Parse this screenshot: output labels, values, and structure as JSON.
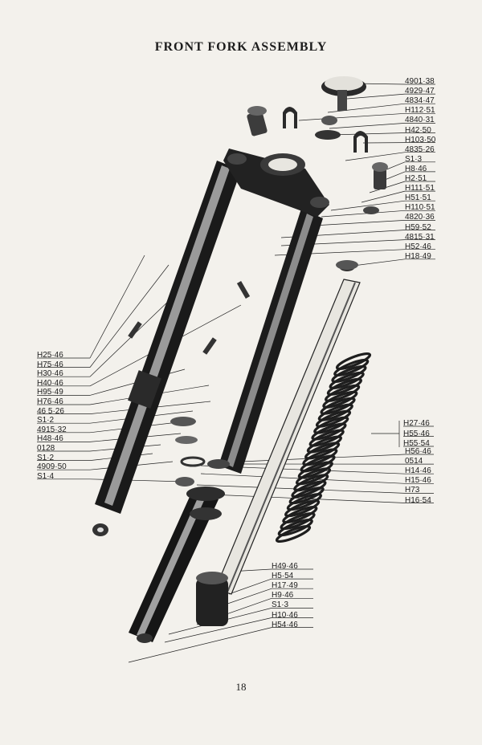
{
  "title": "FRONT FORK ASSEMBLY",
  "page_number": "18",
  "labels_right": [
    "4901·38",
    "4929·47",
    "4834·47",
    "H112·51",
    "4840·31",
    "H42·50",
    "H103·50",
    "4835·26",
    "S1·3",
    "H8·46",
    "H2·51",
    "H111·51",
    "H51·51",
    "H110·51",
    "4820·36",
    "H59·52",
    "4815·31",
    "H52·46",
    "H18·49"
  ],
  "labels_group": [
    "H27·46",
    "H55·46",
    "H55·54"
  ],
  "labels_right_lower": [
    "H56·46",
    "0514",
    "H14·46",
    "H15·46",
    "H73",
    "H16·54"
  ],
  "labels_left": [
    "H25·46",
    "H75·46",
    "H30·46",
    "H40·46",
    "H95·49",
    "H76·46",
    "46 5·26",
    "S1·2",
    "4915·32",
    "H48·46",
    "0128",
    "S1·2",
    "4909·50",
    "S1·4"
  ],
  "labels_bottom": [
    "H49·46",
    "H5·54",
    "H17·49",
    "H9·46",
    "S1·3",
    "H10·46",
    "H54·46"
  ]
}
